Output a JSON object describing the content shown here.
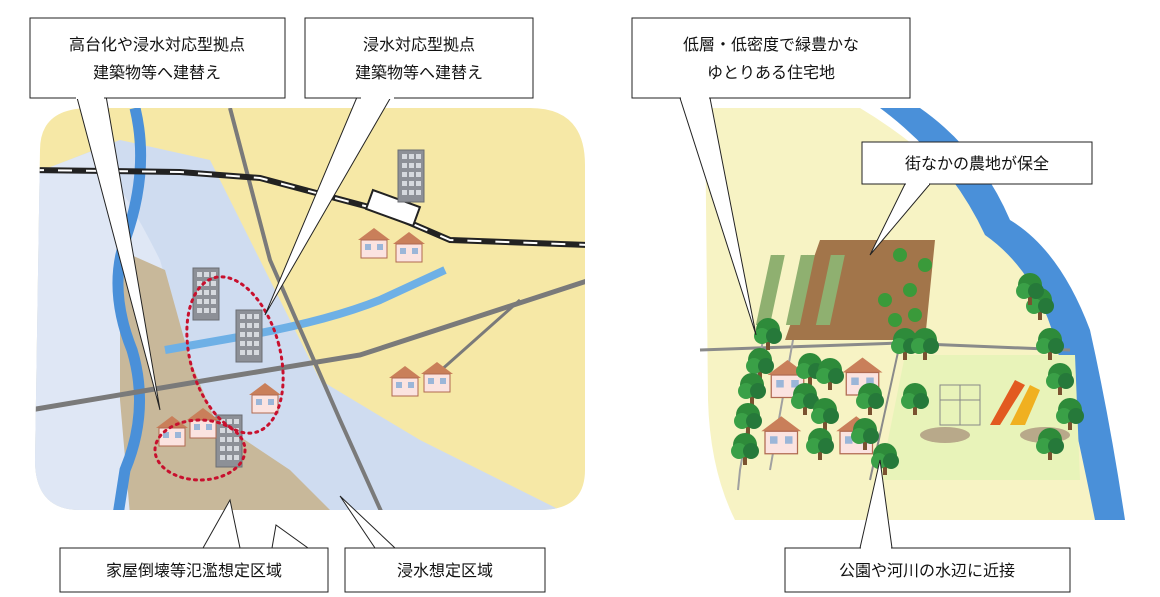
{
  "left_panel": {
    "callouts": {
      "raise_or_rebuild": [
        "高台化や浸水対応型拠点",
        "建築物等へ建替え"
      ],
      "rebuild": [
        "浸水対応型拠点",
        "建築物等へ建替え"
      ],
      "collapse_zone": "家屋倒壊等氾濫想定区域",
      "flood_zone": "浸水想定区域"
    }
  },
  "right_panel": {
    "callouts": {
      "low_density": [
        "低層・低密度で緑豊かな",
        "ゆとりある住宅地"
      ],
      "farmland": "街なかの農地が保全",
      "waterside": "公園や河川の水辺に近接"
    }
  },
  "colors": {
    "land": "#f6e8a6",
    "flood": "#cfdcf0",
    "collapse": "#c8b89a",
    "river": "#4a90d9",
    "road": "#7a7a7a",
    "tree": "#2e8b3a",
    "park": "#e8f3b9"
  }
}
